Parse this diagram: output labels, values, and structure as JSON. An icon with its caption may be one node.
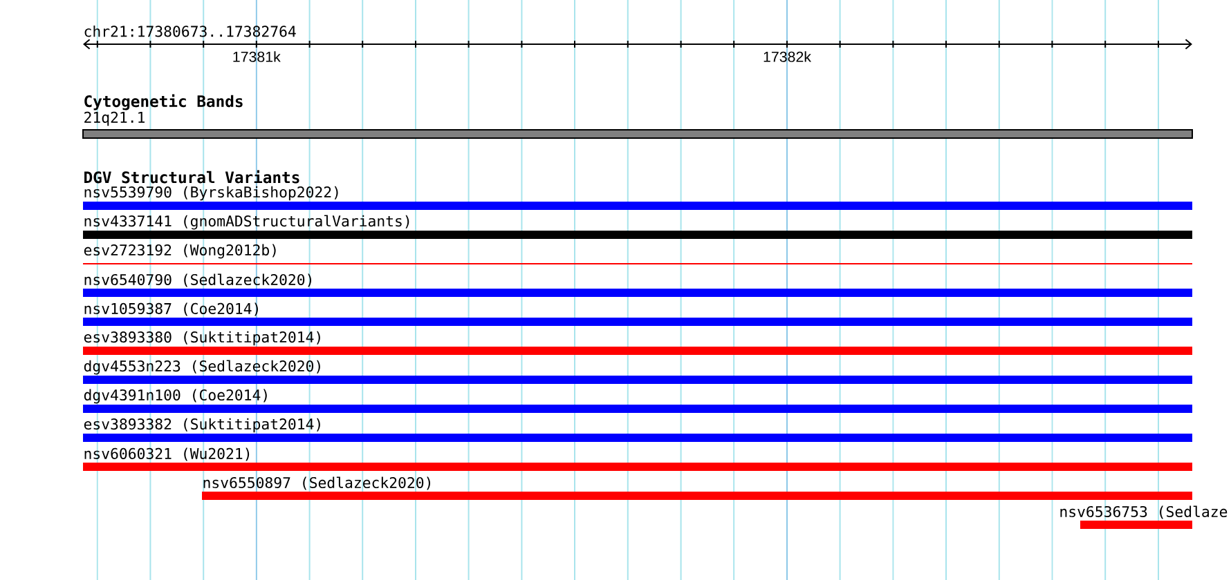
{
  "diagram": {
    "title": "chr21:17380673..17382764",
    "nodes": [
      {
        "text": [
          "21q21.1"
        ]
      },
      {
        "text": [
          "nsv5539790 (ByrskaBishop2022)"
        ]
      },
      {
        "text": [
          "nsv4337141 (gnomADStructuralVariants)"
        ]
      },
      {
        "text": [
          "esv2723192 (Wong2012b)"
        ]
      },
      {
        "text": [
          "nsv6540790 (Sedlazeck2020)"
        ]
      },
      {
        "text": [
          "nsv1059387 (Coe2014)"
        ]
      },
      {
        "text": [
          "esv3893380 (Suktitipat2014)"
        ]
      },
      {
        "text": [
          "dgv4553n223 (Sedlazeck2020)"
        ]
      },
      {
        "text": [
          "dgv4391n100 (Coe2014)"
        ]
      },
      {
        "text": [
          "esv3893382 (Suktitipat2014)"
        ]
      },
      {
        "text": [
          "nsv6060321 (Wu2021)"
        ]
      },
      {
        "text": [
          "nsv6550897 (Sedlazeck2020)"
        ]
      },
      {
        "text": [
          "nsv6536753 (Sedlaze"
        ]
      }
    ],
    "labels": [
      "17381k",
      "17382k",
      "Cytogenetic Bands",
      "DGV Structural Variants"
    ]
  }
}
